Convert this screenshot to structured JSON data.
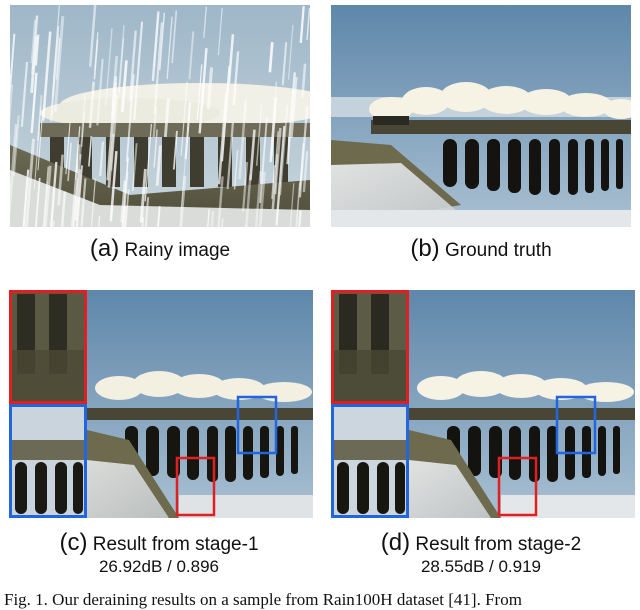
{
  "panels": [
    {
      "letter": "(a)",
      "label": "Rainy image",
      "metric": ""
    },
    {
      "letter": "(b)",
      "label": "Ground truth",
      "metric": ""
    },
    {
      "letter": "(c)",
      "label": "Result from stage-1",
      "metric": "26.92dB / 0.896"
    },
    {
      "letter": "(d)",
      "label": "Result from stage-2",
      "metric": "28.55dB / 0.919"
    }
  ],
  "figure": {
    "caption": "Fig. 1.  Our deraining results on a sample from Rain100H dataset [41]. From"
  },
  "colors": {
    "zoom_red": "#e02020",
    "zoom_blue": "#2266dd"
  }
}
